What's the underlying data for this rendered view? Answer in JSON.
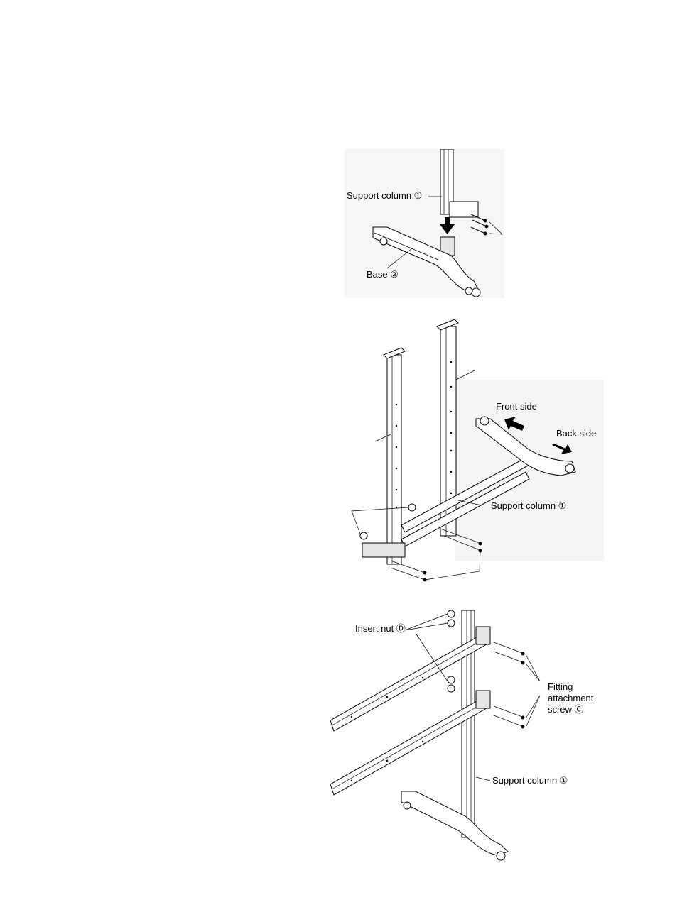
{
  "figures": [
    {
      "id": "fig1",
      "labels": {
        "support_column": "Support column ①",
        "base": "Base ②"
      }
    },
    {
      "id": "fig2",
      "labels": {
        "front_side": "Front side",
        "back_side": "Back side",
        "support_column": "Support column ①"
      }
    },
    {
      "id": "fig3",
      "labels": {
        "insert_nut": "Insert nut Ⓓ",
        "fitting_screw": "Fitting attachment screw Ⓒ",
        "support_column": "Support column ①"
      }
    }
  ]
}
